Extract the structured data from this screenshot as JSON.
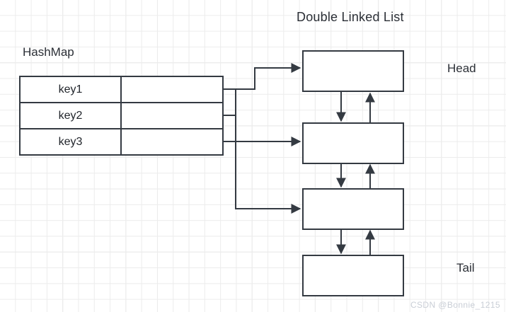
{
  "diagram": {
    "title": "Double Linked List",
    "hashmap_label": "HashMap",
    "head_label": "Head",
    "tail_label": "Tail",
    "watermark": "CSDN @Bonnie_1215",
    "colors": {
      "stroke": "#343a42",
      "text": "#2b2f36",
      "background": "#ffffff",
      "grid_minor": "#ececec",
      "grid_major": "#e2e2e2",
      "watermark": "#c9ced6"
    },
    "hashmap": {
      "rows": [
        {
          "key": "key1",
          "value": ""
        },
        {
          "key": "key2",
          "value": ""
        },
        {
          "key": "key3",
          "value": ""
        }
      ]
    },
    "linked_list": {
      "nodes": [
        {
          "id": "node-1",
          "label": "",
          "role": "head"
        },
        {
          "id": "node-2",
          "label": "",
          "role": "middle"
        },
        {
          "id": "node-3",
          "label": "",
          "role": "middle"
        },
        {
          "id": "node-4",
          "label": "",
          "role": "tail"
        }
      ],
      "links": [
        {
          "from": "node-1",
          "to": "node-2",
          "direction": "next"
        },
        {
          "from": "node-2",
          "to": "node-1",
          "direction": "prev"
        },
        {
          "from": "node-2",
          "to": "node-3",
          "direction": "next"
        },
        {
          "from": "node-3",
          "to": "node-2",
          "direction": "prev"
        },
        {
          "from": "node-3",
          "to": "node-4",
          "direction": "next"
        },
        {
          "from": "node-4",
          "to": "node-3",
          "direction": "prev"
        }
      ],
      "map_links": [
        {
          "from": "key1",
          "to": "node-1"
        },
        {
          "from": "key2",
          "to": "node-2"
        },
        {
          "from": "key3",
          "to": "node-3"
        }
      ]
    }
  }
}
